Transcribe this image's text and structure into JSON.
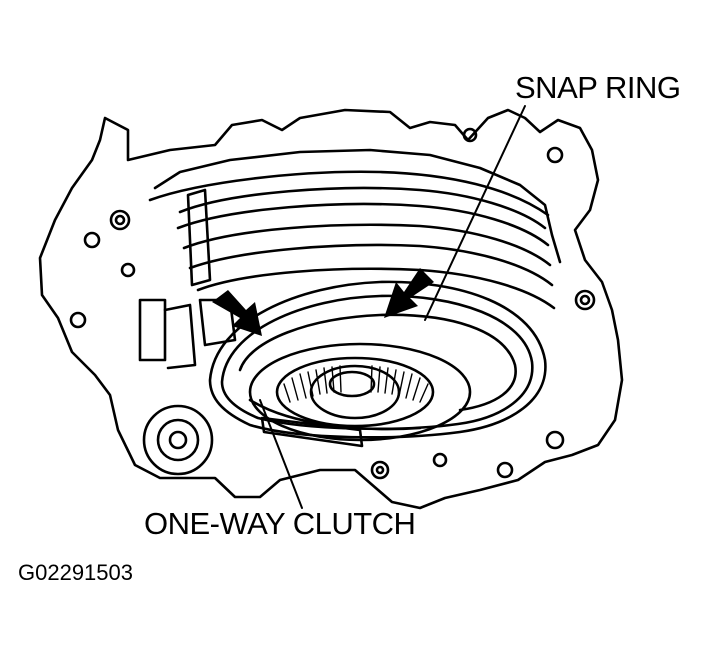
{
  "labels": {
    "snap_ring": "SNAP RING",
    "one_way_clutch": "ONE-WAY CLUTCH",
    "figure_code": "G02291503"
  },
  "colors": {
    "ink": "#000000",
    "paper": "#ffffff"
  },
  "icons": [
    "arrow-icon"
  ]
}
